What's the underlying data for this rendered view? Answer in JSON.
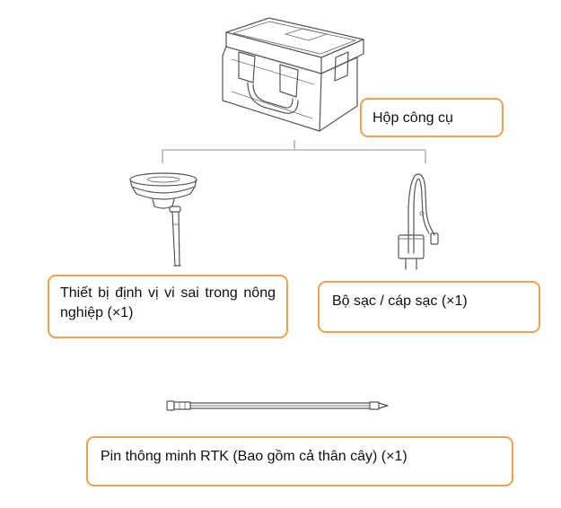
{
  "items": {
    "case": "Hộp công cụ",
    "receiver": "Thiết bị định vị vi sai trong nông nghiệp (×1)",
    "charger": "Bộ sạc / cáp sạc (×1)",
    "pole": "Pin thông minh RTK (Bao gồm cả thân cây) (×1)"
  },
  "colors": {
    "box_border": "#F0A050",
    "tree_line": "#B5B5B5",
    "illustration_stroke": "#555555"
  }
}
